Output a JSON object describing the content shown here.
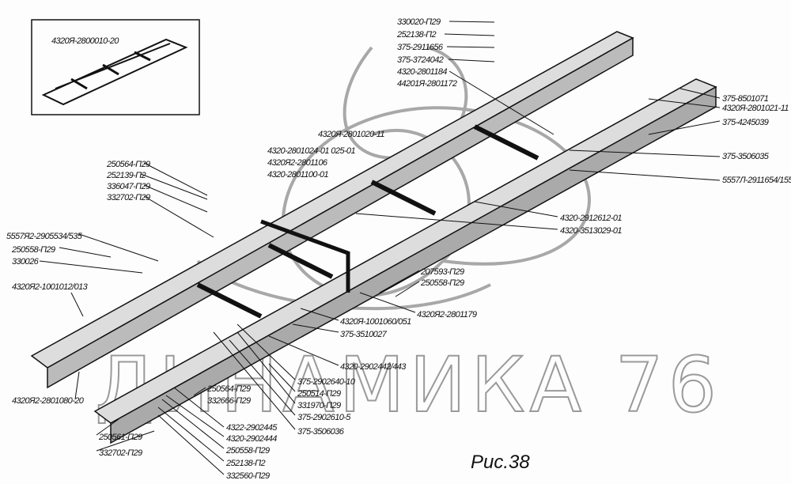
{
  "figure": {
    "caption": "Рис.38",
    "watermark": "ДИНАМИКА 76",
    "inset_label": "4320Я-2800010-20",
    "labels": {
      "top": [
        "330020-П29",
        "252138-П2",
        "375-2911656",
        "375-3724042",
        "4320-2801184",
        "44201Я-2801172"
      ],
      "right": [
        "375-8501071",
        "4320Я-2801021-11",
        "375-4245039",
        "375-3506035",
        "5557Л-2911654/155"
      ],
      "center_top": [
        "4320Я-2801020-11",
        "4320-2801024-01 025-01",
        "4320Я2-2801106",
        "4320-2801100-01"
      ],
      "left_fasteners": [
        "250564-П29",
        "252139-П2",
        "336047-П29",
        "332702-П29"
      ],
      "left": [
        "5557Я2-2905534/535",
        "250558-П29",
        "330026",
        "4320Я2-1001012/013",
        "4320Я2-2801080-20"
      ],
      "mid_right": [
        "4320-2912612-01",
        "4320-3513029-01",
        "207593-П29",
        "250558-П29",
        "4320Я2-2801179"
      ],
      "mid": [
        "4320Я-1001060/051",
        "375-3510027",
        "4320-2902442/443"
      ],
      "lower_right": [
        "375-2902640-10",
        "250514-П29",
        "331970-П29",
        "375-2902610-5",
        "375-3506036"
      ],
      "lower": [
        "250564-П29",
        "332666-П29",
        "4322-2902445",
        "4320-2902444",
        "250558-П29",
        "252138-П2",
        "332560-П29",
        "250561-П29",
        "332702-П29"
      ]
    }
  }
}
